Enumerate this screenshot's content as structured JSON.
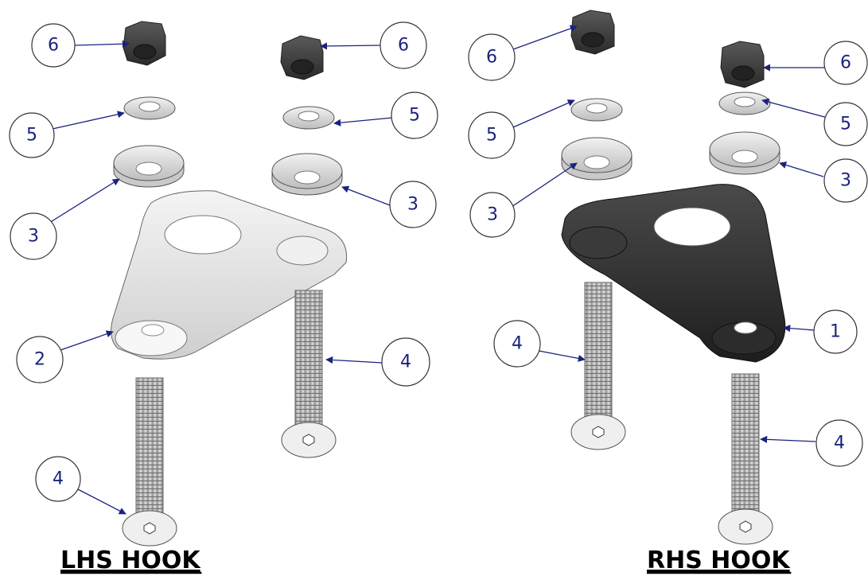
{
  "captions": {
    "left": "LHS HOOK",
    "right": "RHS HOOK"
  },
  "callouts": {
    "lhs_nut_a": "6",
    "lhs_nut_b": "6",
    "lhs_washer5_a": "5",
    "lhs_washer5_b": "5",
    "lhs_washer3_a": "3",
    "lhs_washer3_b": "3",
    "lhs_hook": "2",
    "lhs_bolt_a": "4",
    "lhs_bolt_b": "4",
    "rhs_nut_a": "6",
    "rhs_nut_b": "6",
    "rhs_washer5_a": "5",
    "rhs_washer5_b": "5",
    "rhs_washer3_a": "3",
    "rhs_washer3_b": "3",
    "rhs_hook": "1",
    "rhs_bolt_a": "4",
    "rhs_bolt_b": "4"
  },
  "colors": {
    "callout_text": "#1a237e",
    "leader": "#1a237e",
    "lhs_hook": "#e6e6e6",
    "rhs_hook": "#3a3a3a",
    "nut": "#3c3c3c"
  }
}
